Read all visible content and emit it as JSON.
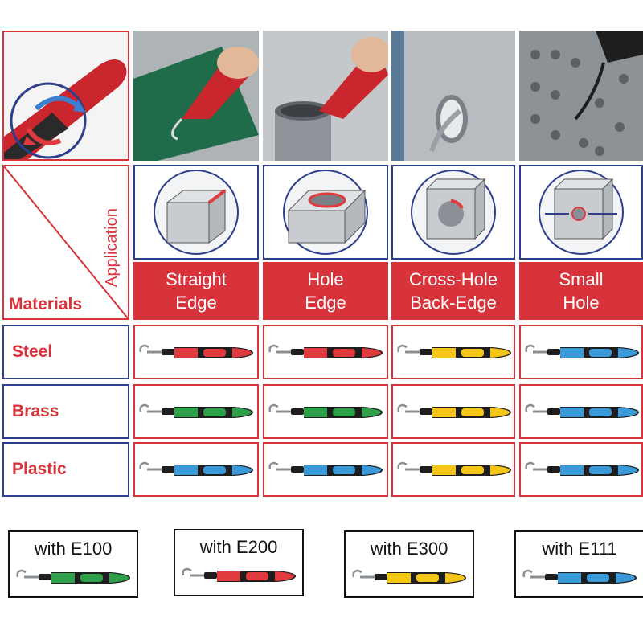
{
  "corner": {
    "application_label": "Application",
    "materials_label": "Materials"
  },
  "applications": [
    {
      "line1": "Straight",
      "line2": "Edge"
    },
    {
      "line1": "Hole",
      "line2": "Edge"
    },
    {
      "line1": "Cross-Hole",
      "line2": "Back-Edge"
    },
    {
      "line1": "Small",
      "line2": "Hole"
    }
  ],
  "materials": [
    {
      "label": "Steel",
      "tools": [
        "red",
        "red",
        "yellow",
        "blue"
      ]
    },
    {
      "label": "Brass",
      "tools": [
        "green",
        "green",
        "yellow",
        "blue"
      ]
    },
    {
      "label": "Plastic",
      "tools": [
        "blue",
        "blue",
        "yellow",
        "blue"
      ]
    }
  ],
  "legend": [
    {
      "label": "with E100",
      "color": "green"
    },
    {
      "label": "with E200",
      "color": "red"
    },
    {
      "label": "with E300",
      "color": "yellow"
    },
    {
      "label": "with E111",
      "color": "blue"
    }
  ],
  "colors": {
    "red": "#e03a3e",
    "green": "#2ea04a",
    "yellow": "#f5c518",
    "blue": "#3a9ad9",
    "frame_red": "#d8323a",
    "frame_blue": "#2c3e8c"
  }
}
